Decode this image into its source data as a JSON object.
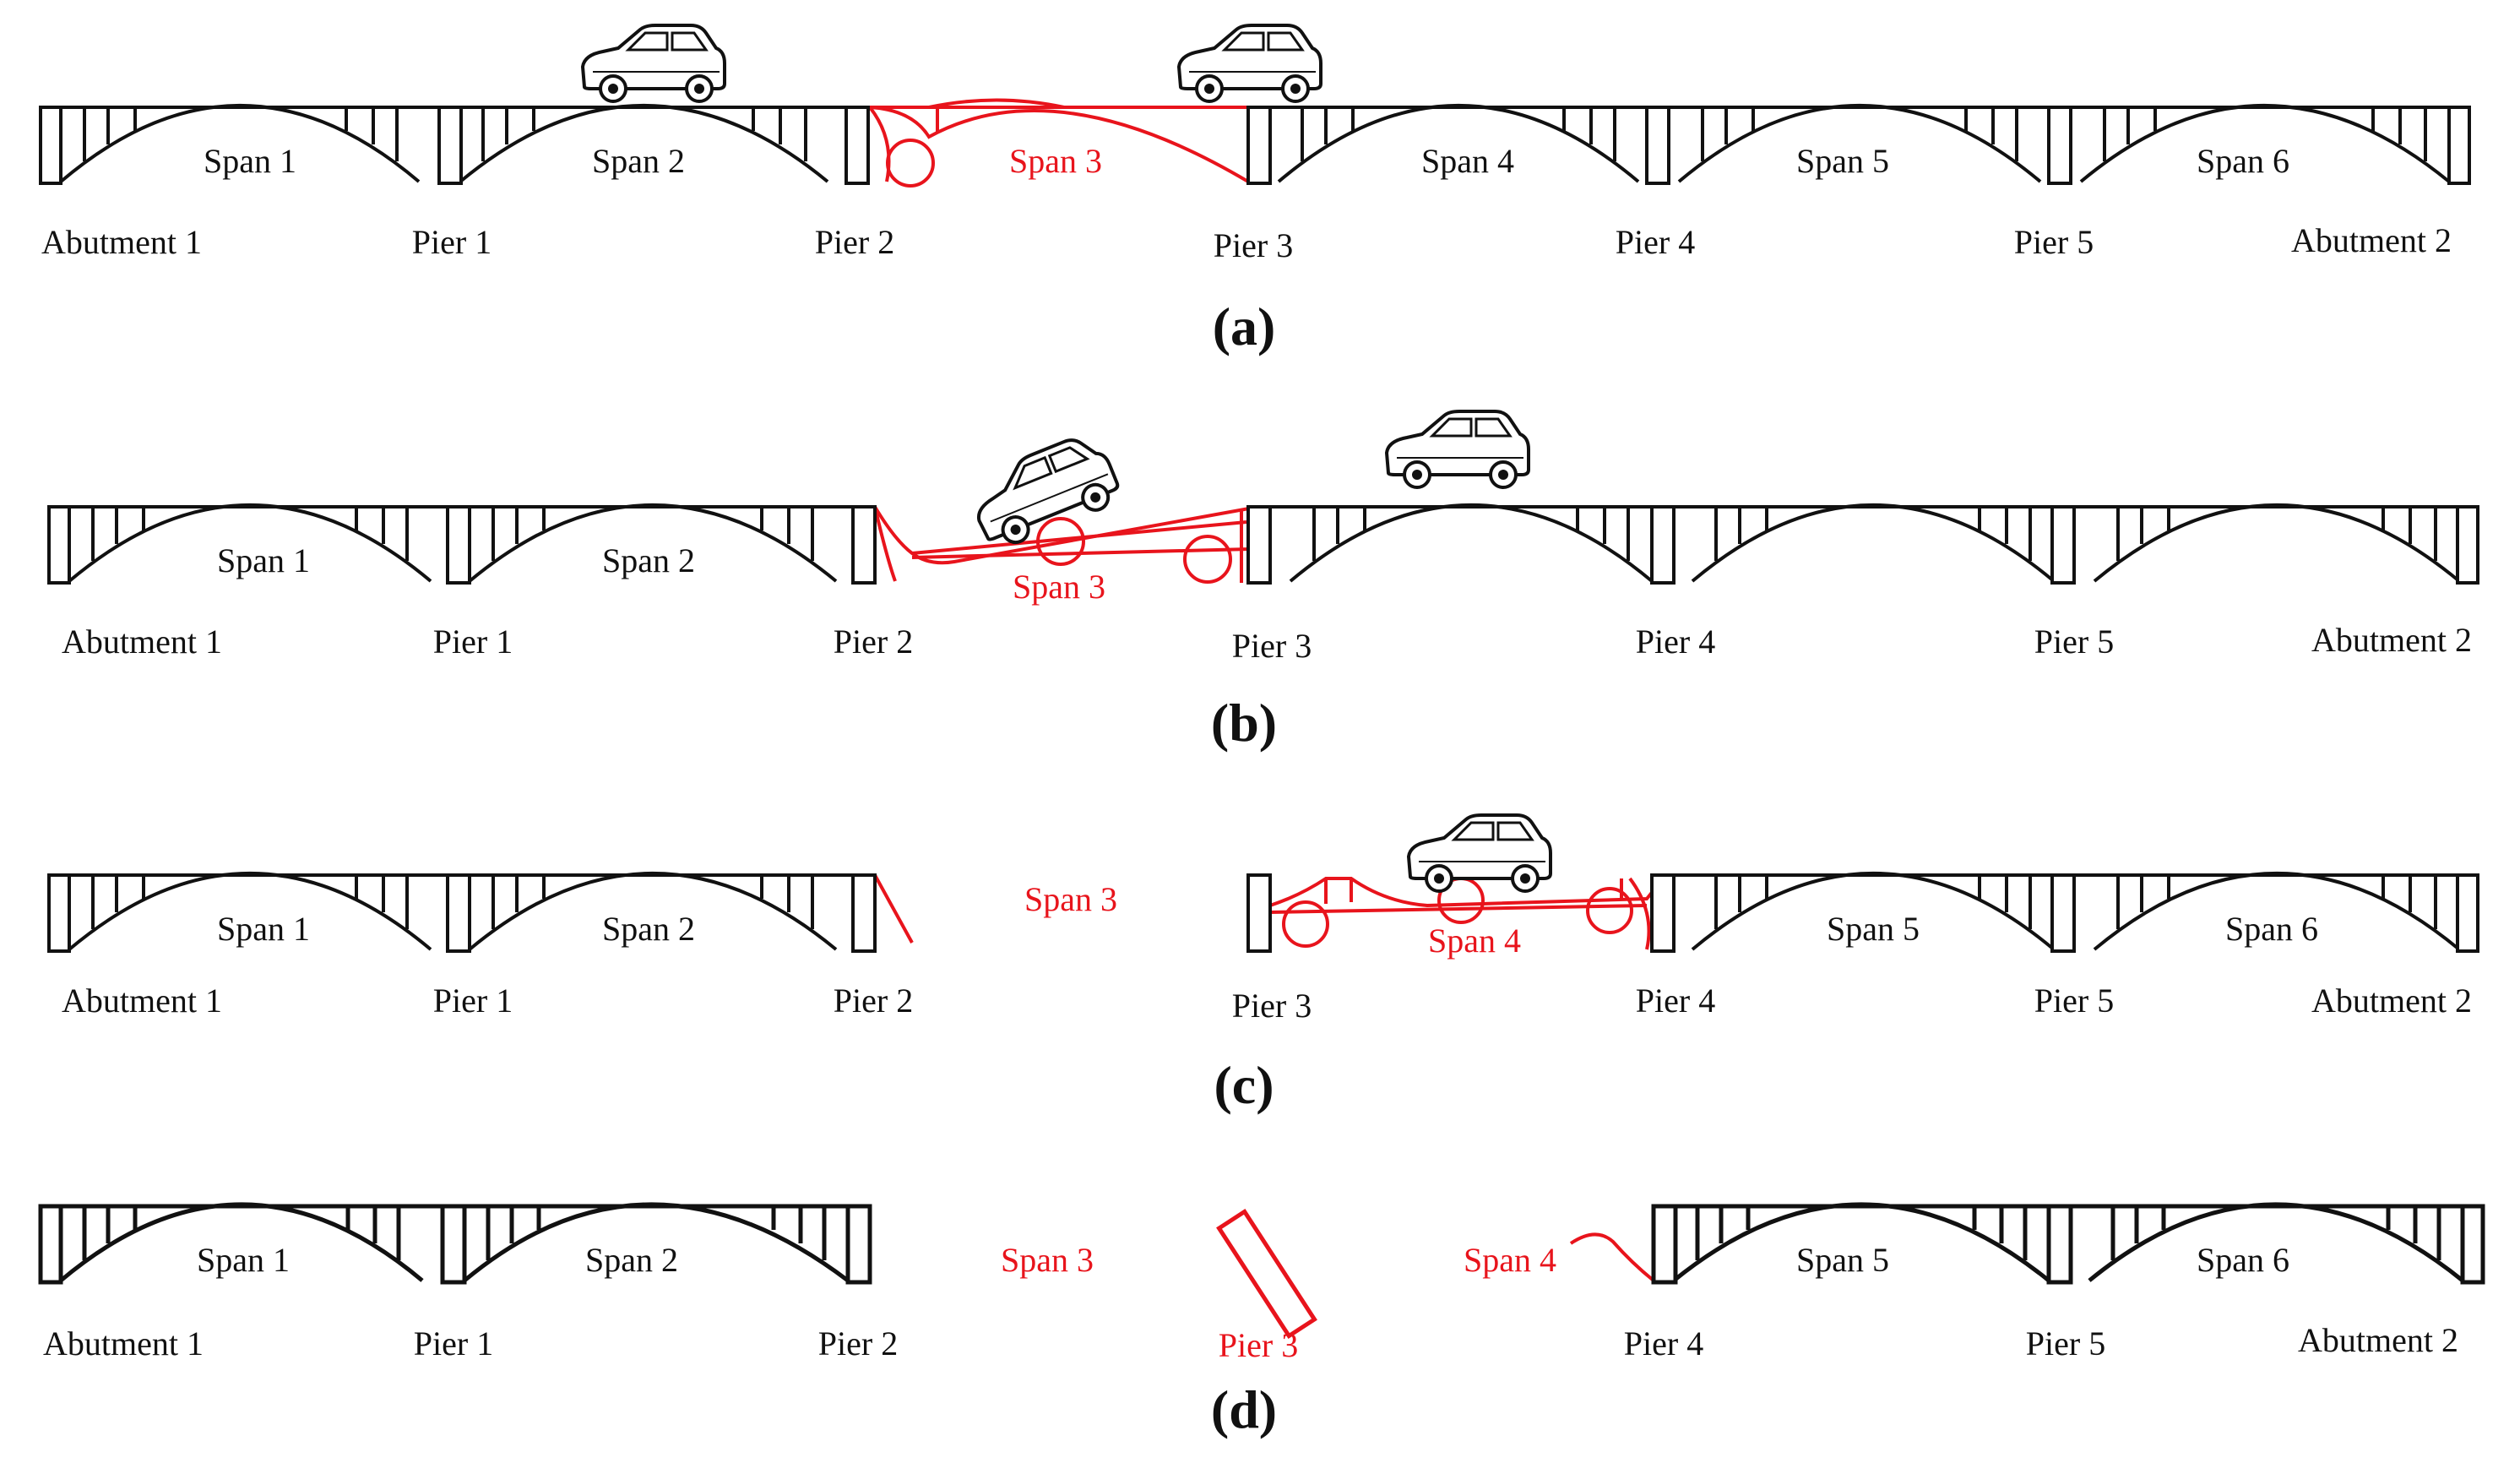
{
  "colors": {
    "intact": "#111111",
    "damaged": "#e8141c",
    "background": "#ffffff"
  },
  "panels": [
    {
      "caption": "(a)",
      "spans": [
        {
          "label": "Span 1",
          "state": "intact"
        },
        {
          "label": "Span 2",
          "state": "intact"
        },
        {
          "label": "Span 3",
          "state": "damaged"
        },
        {
          "label": "Span 4",
          "state": "intact"
        },
        {
          "label": "Span 5",
          "state": "intact"
        },
        {
          "label": "Span 6",
          "state": "intact"
        }
      ],
      "supports": [
        {
          "label": "Abutment 1",
          "state": "intact"
        },
        {
          "label": "Pier 1",
          "state": "intact"
        },
        {
          "label": "Pier 2",
          "state": "intact"
        },
        {
          "label": "Pier 3",
          "state": "intact"
        },
        {
          "label": "Pier 4",
          "state": "intact"
        },
        {
          "label": "Pier 5",
          "state": "intact"
        },
        {
          "label": "Abutment 2",
          "state": "intact"
        }
      ],
      "vehicles": 2
    },
    {
      "caption": "(b)",
      "spans": [
        {
          "label": "Span 1",
          "state": "intact"
        },
        {
          "label": "Span 2",
          "state": "intact"
        },
        {
          "label": "Span 3",
          "state": "collapsed"
        },
        {
          "label": "",
          "state": "intact"
        },
        {
          "label": "",
          "state": "intact"
        },
        {
          "label": "",
          "state": "intact"
        }
      ],
      "supports": [
        {
          "label": "Abutment 1",
          "state": "intact"
        },
        {
          "label": "Pier 1",
          "state": "intact"
        },
        {
          "label": "Pier 2",
          "state": "intact"
        },
        {
          "label": "Pier 3",
          "state": "intact"
        },
        {
          "label": "Pier 4",
          "state": "intact"
        },
        {
          "label": "Pier 5",
          "state": "intact"
        },
        {
          "label": "Abutment 2",
          "state": "intact"
        }
      ],
      "vehicles": 2
    },
    {
      "caption": "(c)",
      "spans": [
        {
          "label": "Span 1",
          "state": "intact"
        },
        {
          "label": "Span 2",
          "state": "intact"
        },
        {
          "label": "Span 3",
          "state": "fallen"
        },
        {
          "label": "Span 4",
          "state": "collapsed"
        },
        {
          "label": "Span 5",
          "state": "intact"
        },
        {
          "label": "Span 6",
          "state": "intact"
        }
      ],
      "supports": [
        {
          "label": "Abutment 1",
          "state": "intact"
        },
        {
          "label": "Pier 1",
          "state": "intact"
        },
        {
          "label": "Pier 2",
          "state": "intact"
        },
        {
          "label": "Pier 3",
          "state": "intact"
        },
        {
          "label": "Pier 4",
          "state": "intact"
        },
        {
          "label": "Pier 5",
          "state": "intact"
        },
        {
          "label": "Abutment 2",
          "state": "intact"
        }
      ],
      "vehicles": 1
    },
    {
      "caption": "(d)",
      "spans": [
        {
          "label": "Span 1",
          "state": "intact"
        },
        {
          "label": "Span 2",
          "state": "intact"
        },
        {
          "label": "Span 3",
          "state": "fallen"
        },
        {
          "label": "Span 4",
          "state": "fallen"
        },
        {
          "label": "Span 5",
          "state": "intact"
        },
        {
          "label": "Span 6",
          "state": "intact"
        }
      ],
      "supports": [
        {
          "label": "Abutment 1",
          "state": "intact"
        },
        {
          "label": "Pier 1",
          "state": "intact"
        },
        {
          "label": "Pier 2",
          "state": "intact"
        },
        {
          "label": "Pier 3",
          "state": "toppled"
        },
        {
          "label": "Pier 4",
          "state": "intact"
        },
        {
          "label": "Pier 5",
          "state": "intact"
        },
        {
          "label": "Abutment 2",
          "state": "intact"
        }
      ],
      "vehicles": 0
    }
  ]
}
